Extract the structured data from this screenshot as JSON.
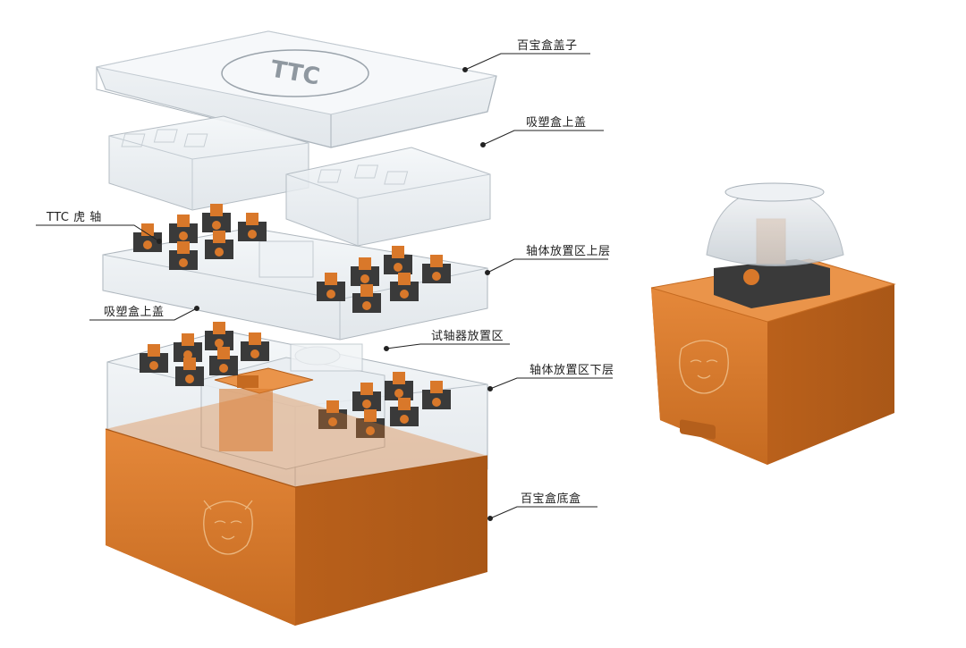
{
  "labels": {
    "lid": "百宝盒盖子",
    "blister_upper_right": "吸塑盒上盖",
    "switches": "TTC 虎 轴",
    "switch_zone_upper": "轴体放置区上层",
    "blister_upper_left": "吸塑盒上盖",
    "tester_zone": "试轴器放置区",
    "switch_zone_lower": "轴体放置区下层",
    "base_box": "百宝盒底盒"
  },
  "logo_text": "TTC",
  "colors": {
    "orange": "#d9782a",
    "orange_dark": "#b45f1c",
    "orange_light": "#ea944a",
    "switch_housing": "#3a3a3a",
    "clear_plastic": "#dfe5ea"
  }
}
